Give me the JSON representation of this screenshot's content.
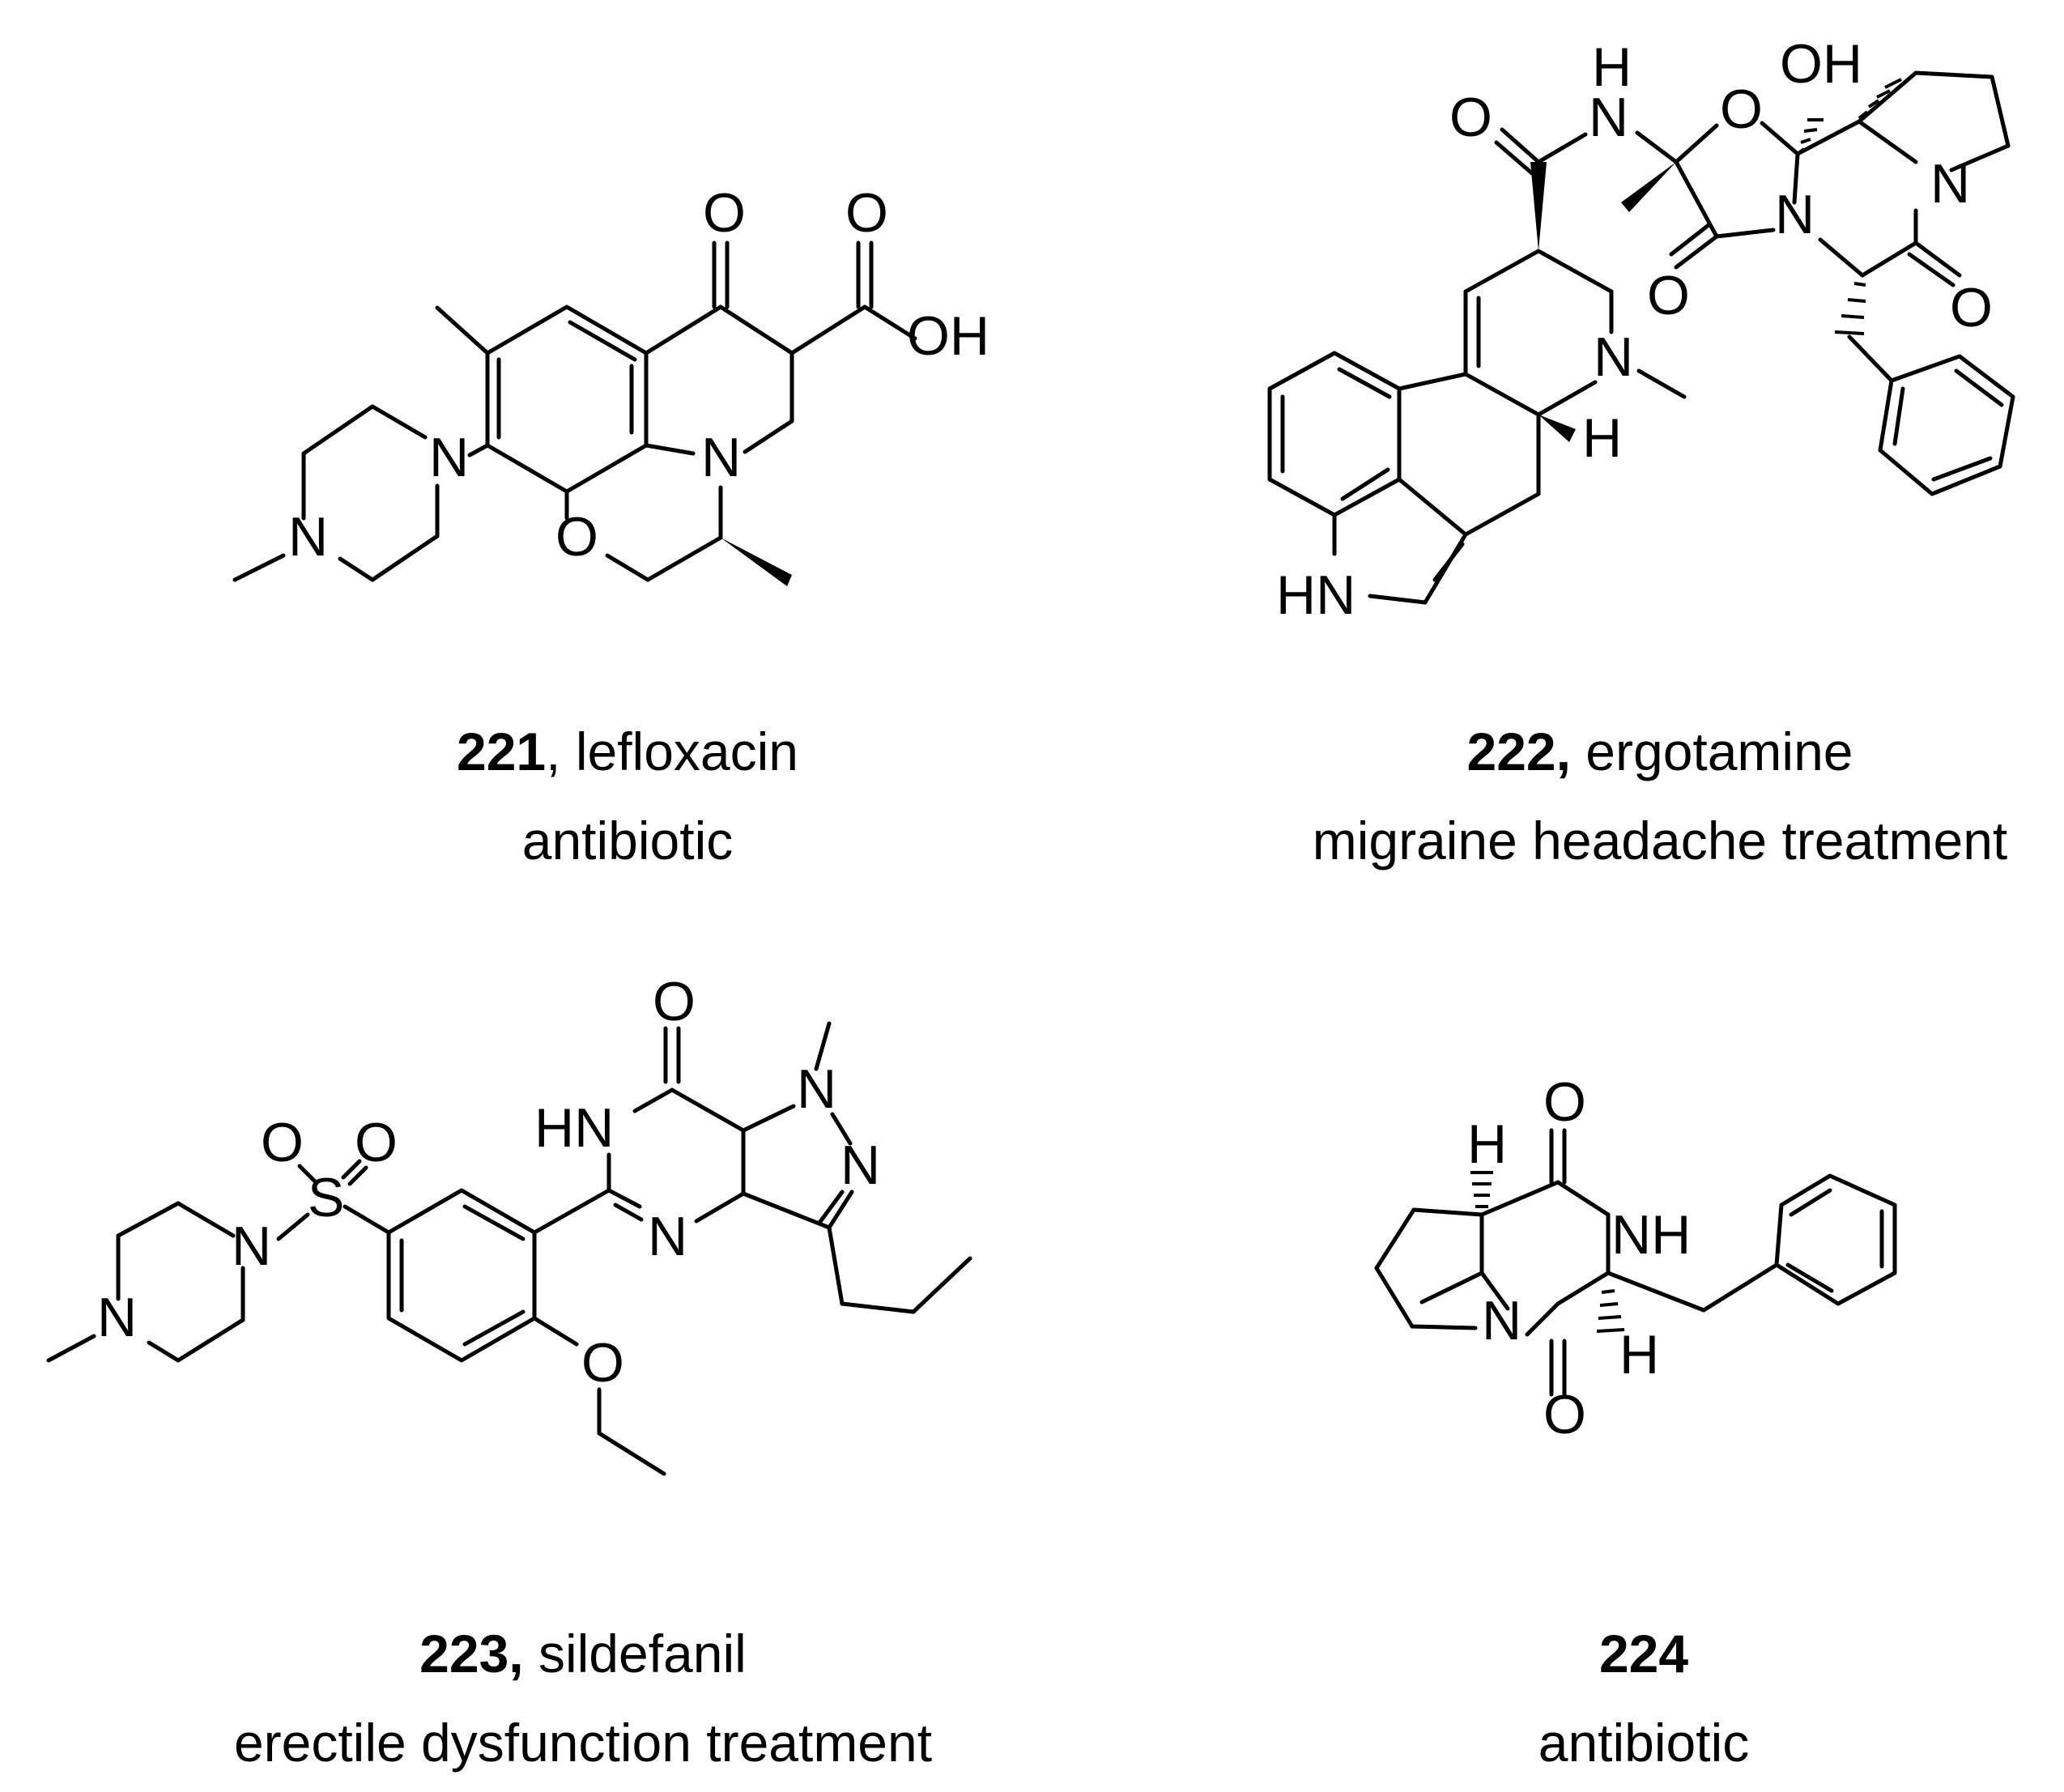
{
  "compounds": [
    {
      "number": "221",
      "sep": ", ",
      "name": "lefloxacin",
      "use": "antibiotic"
    },
    {
      "number": "222",
      "sep": ", ",
      "name": "ergotamine",
      "use": "migraine headache treatment"
    },
    {
      "number": "223",
      "sep": ", ",
      "name": "sildefanil",
      "use": "erectile dysfunction treatment"
    },
    {
      "number": "224",
      "sep": "",
      "name": "",
      "use": "antibiotic"
    }
  ],
  "atom_labels": {
    "O": "O",
    "OH": "OH",
    "N": "N",
    "H": "H",
    "HN": "HN",
    "NH": "NH",
    "S": "S"
  }
}
